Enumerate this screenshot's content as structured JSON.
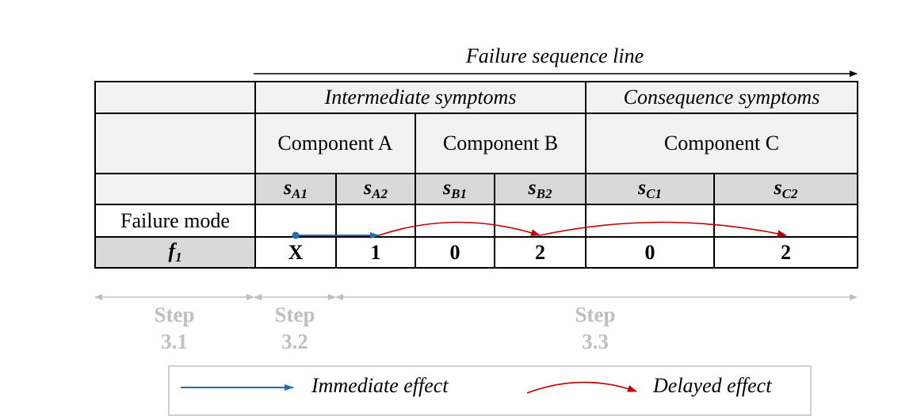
{
  "sequence_line": {
    "label": "Failure sequence line"
  },
  "header": {
    "groups": [
      "Intermediate symptoms",
      "Consequence symptoms"
    ],
    "components": [
      "Component A",
      "Component B",
      "Component C"
    ],
    "symptoms": [
      {
        "base": "s",
        "sub": "A1"
      },
      {
        "base": "s",
        "sub": "A2"
      },
      {
        "base": "s",
        "sub": "B1"
      },
      {
        "base": "s",
        "sub": "B2"
      },
      {
        "base": "s",
        "sub": "C1"
      },
      {
        "base": "s",
        "sub": "C2"
      }
    ]
  },
  "rows": {
    "failure_mode_label": "Failure mode",
    "fault": {
      "base": "f",
      "sub": "1"
    },
    "values": [
      "X",
      "1",
      "0",
      "2",
      "0",
      "2"
    ]
  },
  "steps": [
    {
      "word": "Step",
      "number": "3.1"
    },
    {
      "word": "Step",
      "number": "3.2"
    },
    {
      "word": "Step",
      "number": "3.3"
    }
  ],
  "legend": {
    "immediate": "Immediate effect",
    "delayed": "Delayed effect"
  },
  "colors": {
    "immediate": "#1f6fb5",
    "delayed": "#c00000",
    "step_gray": "#bfbfbf",
    "header_fill": "#f2f2f2",
    "symptom_fill": "#d9d9d9"
  }
}
